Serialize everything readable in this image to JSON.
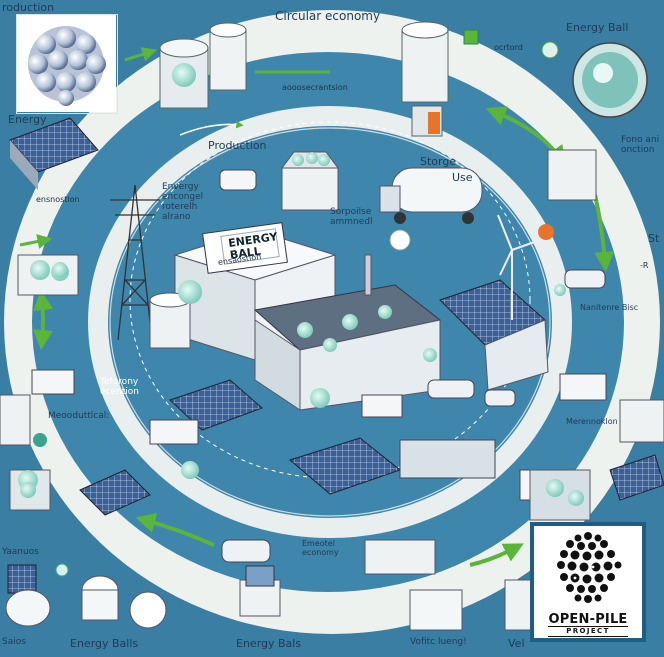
{
  "labels": {
    "top_left": "roduction",
    "circular_economy": "Circular economy",
    "energy_ball_top": "Energy Ball",
    "energy": "Energy",
    "production": "Production",
    "storage": "Storge",
    "use": "Use",
    "energy_ball_building": "ENERGY BALL",
    "left_wrapped": "Envergy encongel roterelh alrano",
    "factory_sub": "Sorpoilse ammnedl",
    "right_upper": "Fono ani onction",
    "st": "St",
    "transport": "Teforony ecention",
    "modular": "Meooduttlcal:",
    "right_mid": "Nanitenre Bisc",
    "right_lower": "Merennoklon",
    "economy_bottom": "Emeotel economy",
    "energy_balls_left": "Energy Balls",
    "energy_balls_mid": "Energy Bals",
    "bottom_right": "Vofitc lueng!",
    "bottom_far": "Vel",
    "bottom_left_a": "Yaanuos",
    "bottom_left_b": "Saios",
    "upper_mid_caption": "aooosecrantsion",
    "left_caption": "ensnostion",
    "top_right_tag": "ocrtord",
    "r_tag": "-R",
    "ring_label_small": "ensaostion"
  },
  "logo": {
    "title": "OPEN-PILE",
    "subtitle": "PROJECT"
  },
  "colors": {
    "background": "#3a7ea3",
    "ring": "#eef2ee",
    "inner": "#3f86ac",
    "arrow": "#5bb53b",
    "accent_orange": "#e8742a",
    "ball": "#9fd7cc"
  }
}
